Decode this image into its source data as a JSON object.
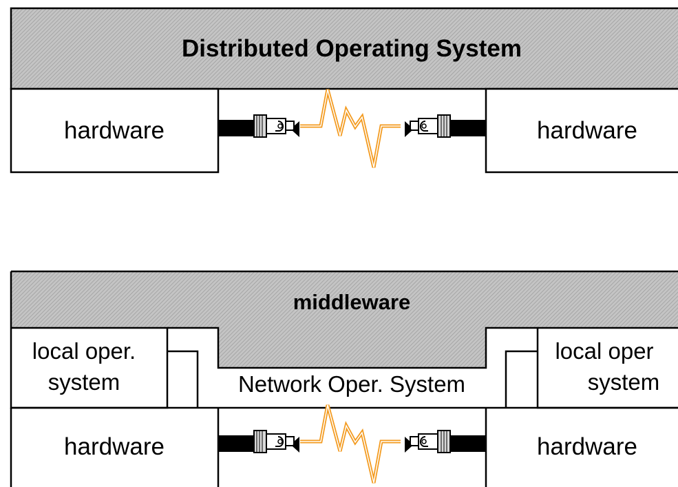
{
  "top_diagram": {
    "title": "Distributed Operating System",
    "left_hardware": "hardware",
    "right_hardware": "hardware"
  },
  "bottom_diagram": {
    "middleware": "middleware",
    "left_local_os_line1": "local oper.",
    "left_local_os_line2": "system",
    "right_local_os_line1": "local oper",
    "right_local_os_line2": "system",
    "network_os": "Network Oper. System",
    "left_hardware": "hardware",
    "right_hardware": "hardware"
  },
  "colors": {
    "hatch_fill": "#b4b4b4",
    "lightning": "#f39a1e",
    "cable": "#000000"
  }
}
